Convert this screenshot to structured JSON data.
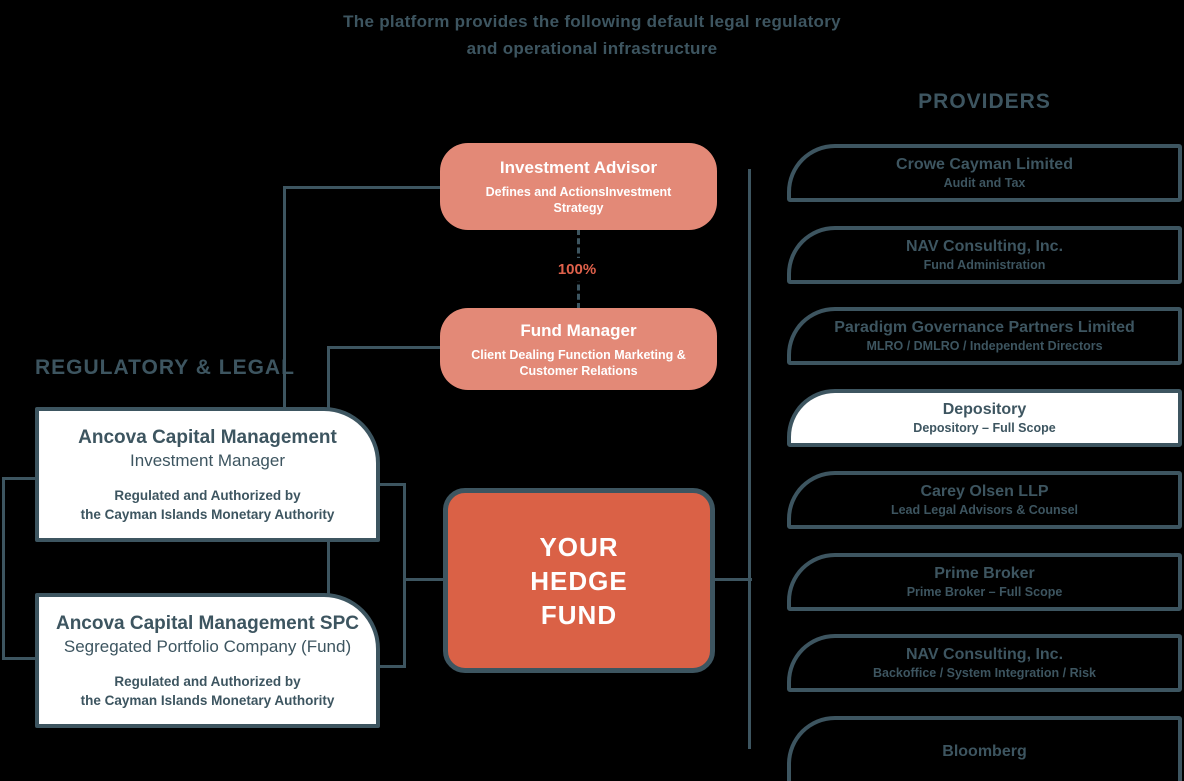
{
  "title": {
    "line1": "The platform provides the following default legal regulatory",
    "line2": "and operational infrastructure"
  },
  "colors": {
    "background": "#000000",
    "slate": "#3D5560",
    "salmon": "#E38977",
    "orange": "#DA6146",
    "percent_label": "#E0614B",
    "box_fill": "#FFFFFF"
  },
  "left_section": {
    "heading": "REGULATORY & LEGAL",
    "boxes": [
      {
        "title": "Ancova Capital Management",
        "subtitle": "Investment Manager",
        "note_line1": "Regulated and Authorized by",
        "note_line2": "the Cayman Islands Monetary Authority"
      },
      {
        "title": "Ancova Capital Management SPC",
        "subtitle": "Segregated Portfolio Company (Fund)",
        "note_line1": "Regulated and Authorized by",
        "note_line2": "the Cayman Islands Monetary Authority"
      }
    ]
  },
  "center": {
    "investment_advisor": {
      "title": "Investment Advisor",
      "subtitle": "Defines and ActionsInvestment Strategy"
    },
    "ownership_label": "100%",
    "fund_manager": {
      "title": "Fund Manager",
      "subtitle": "Client Dealing Function Marketing & Customer Relations"
    },
    "hedge_fund": {
      "lines": [
        "YOUR",
        "HEDGE",
        "FUND"
      ]
    }
  },
  "providers": {
    "heading": "PROVIDERS",
    "items": [
      {
        "title": "Crowe Cayman Limited",
        "subtitle": "Audit and Tax"
      },
      {
        "title": "NAV Consulting, Inc.",
        "subtitle": "Fund Administration"
      },
      {
        "title": "Paradigm Governance Partners Limited",
        "subtitle": "MLRO / DMLRO / Independent Directors"
      },
      {
        "title": "Depository",
        "subtitle": "Depository – Full Scope"
      },
      {
        "title": "Carey Olsen LLP",
        "subtitle": "Lead Legal Advisors & Counsel"
      },
      {
        "title": "Prime Broker",
        "subtitle": "Prime Broker – Full Scope"
      },
      {
        "title": "NAV Consulting, Inc.",
        "subtitle": "Backoffice / System Integration / Risk"
      },
      {
        "title": "Bloomberg",
        "subtitle": ""
      }
    ]
  }
}
